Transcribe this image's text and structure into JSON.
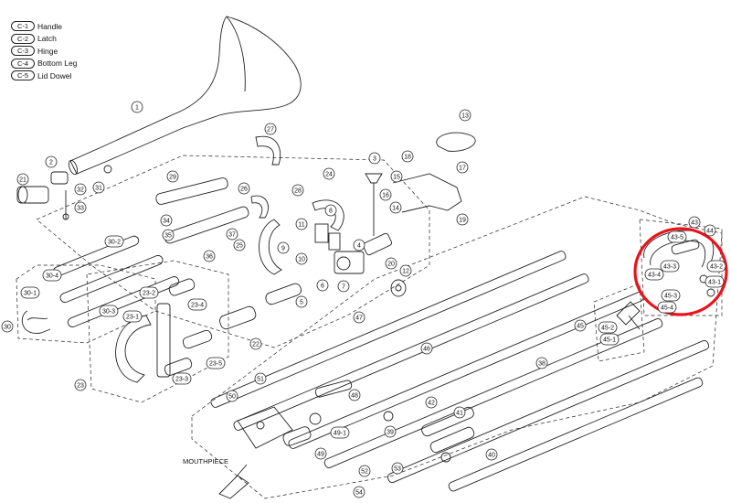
{
  "legend": [
    {
      "code": "C-1",
      "label": "Handle"
    },
    {
      "code": "C-2",
      "label": "Latch"
    },
    {
      "code": "C-3",
      "label": "Hinge"
    },
    {
      "code": "C-4",
      "label": "Bottom Leg"
    },
    {
      "code": "C-5",
      "label": "Lid Dowel"
    }
  ],
  "mouthpiece_label": "MOUTHPIECE",
  "parts": [
    "1",
    "2",
    "3",
    "4",
    "5",
    "6",
    "7",
    "8",
    "9",
    "10",
    "11",
    "12",
    "13",
    "14",
    "15",
    "16",
    "17",
    "18",
    "19",
    "20",
    "21",
    "22",
    "23",
    "23-1",
    "23-2",
    "23-3",
    "23-4",
    "23-5",
    "24",
    "25",
    "26",
    "27",
    "28",
    "29",
    "30",
    "30-1",
    "30-2",
    "30-3",
    "30-4",
    "31",
    "32",
    "33",
    "34",
    "35",
    "36",
    "37",
    "38",
    "39",
    "40",
    "41",
    "42",
    "43",
    "43-1",
    "43-2",
    "43-3",
    "43-4",
    "43-5",
    "44",
    "45",
    "45-1",
    "45-2",
    "45-3",
    "45-4",
    "46",
    "47",
    "48",
    "49",
    "49-1",
    "50",
    "51",
    "52",
    "53",
    "54"
  ],
  "highlight_color": "#e8141b"
}
